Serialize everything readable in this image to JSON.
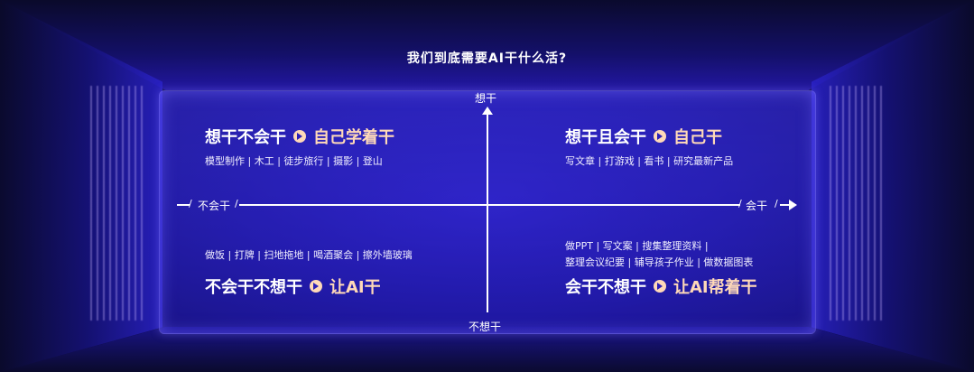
{
  "title": "我们到底需要AI干什么活?",
  "axes": {
    "top": "想干",
    "bottom": "不想干",
    "left": "不会干",
    "right": "会干"
  },
  "quadrants": {
    "top_left": {
      "head": "想干不会干",
      "action": "自己学着干",
      "items": "模型制作 | 木工 | 徒步旅行 | 摄影 | 登山"
    },
    "top_right": {
      "head": "想干且会干",
      "action": "自己干",
      "items": "写文章 | 打游戏 | 看书 | 研究最新产品"
    },
    "bottom_left": {
      "head": "不会干不想干",
      "action": "让AI干",
      "items": "做饭 | 打牌 | 扫地拖地 | 喝酒聚会 | 擦外墙玻璃"
    },
    "bottom_right": {
      "head": "会干不想干",
      "action": "让AI帮着干",
      "items_line1": "做PPT | 写文案 | 搜集整理资料 |",
      "items_line2": "整理会议纪要 | 辅导孩子作业 | 做数据图表"
    }
  },
  "colors": {
    "accent": "#ffd9b8",
    "background": "#0a0a2a",
    "panel": "#2a1fb8"
  },
  "icons": {
    "arrow": "arrow-right-circle-icon"
  }
}
